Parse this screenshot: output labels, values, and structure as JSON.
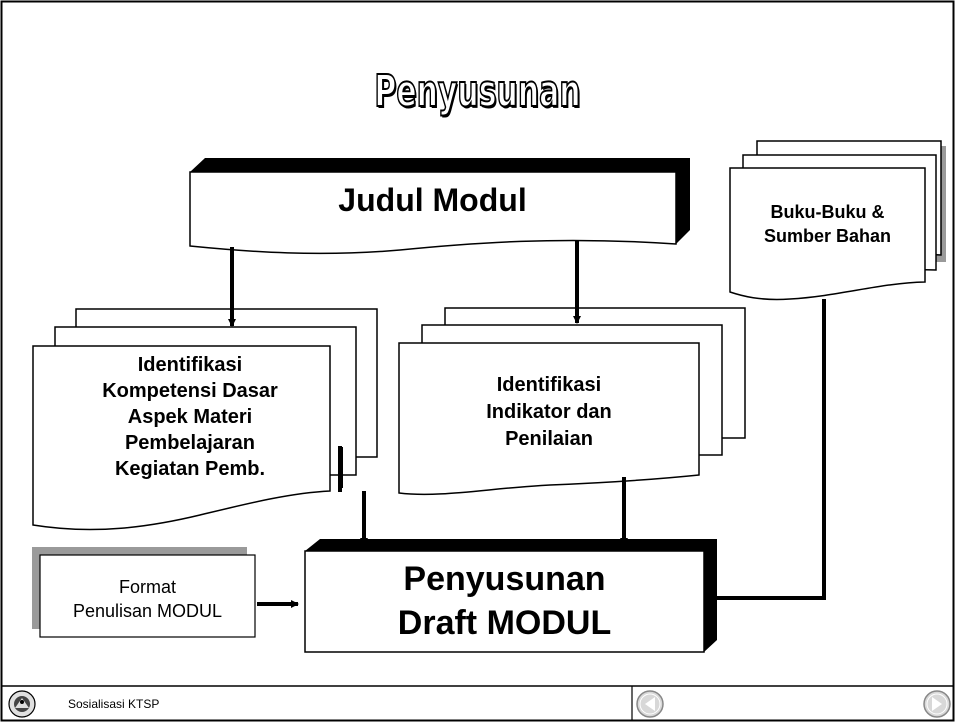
{
  "slide": {
    "title": "Penyusunan",
    "boxes": {
      "judul_modul": "Judul Modul",
      "buku": [
        "Buku-Buku &",
        "Sumber Bahan"
      ],
      "kompetensi": [
        "Identifikasi",
        "Kompetensi Dasar",
        "Aspek Materi",
        "Pembelajaran",
        "Kegiatan Pemb."
      ],
      "indikator": [
        "Identifikasi",
        "Indikator dan",
        "Penilaian"
      ],
      "format": [
        "Format",
        "Penulisan MODUL"
      ],
      "draft": [
        "Penyusunan",
        "Draft MODUL"
      ]
    }
  },
  "footer": {
    "label": "Sosialisasi KTSP",
    "prev_icon": "arrow-left-circle",
    "next_icon": "arrow-right-circle"
  },
  "colors": {
    "line": "#000000",
    "shadow": "#9a9a9a",
    "nav_fill": "#d8d8d8"
  }
}
